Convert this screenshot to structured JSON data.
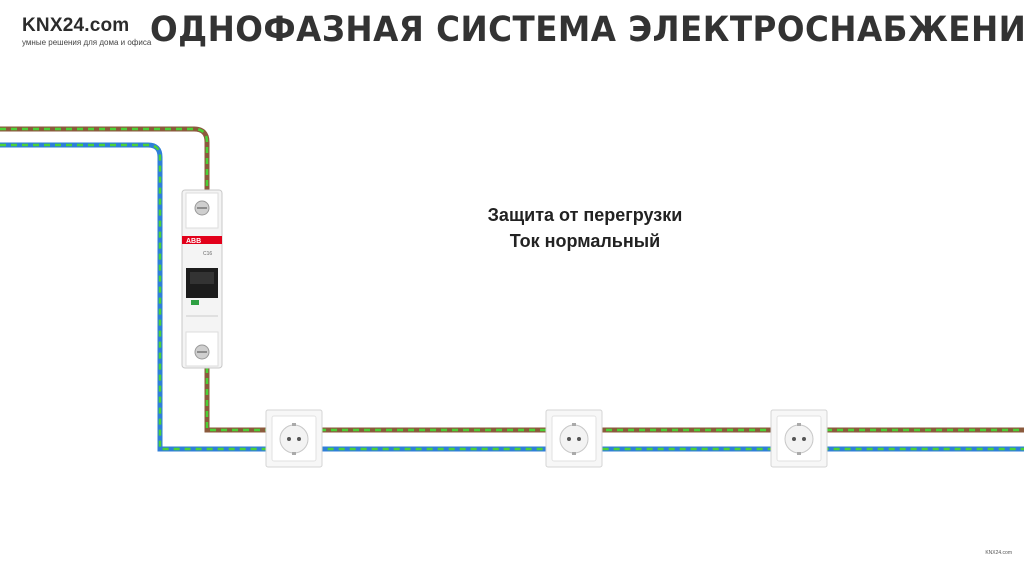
{
  "logo": {
    "name": "KNX24.com",
    "tagline": "умные решения для дома и офиса"
  },
  "title": "ОДНОФАЗНАЯ СИСТЕМА ЭЛЕКТРОСНАБЖЕНИЯ",
  "status": {
    "line1": "Защита от перегрузки",
    "line2": "Ток нормальный"
  },
  "breaker": {
    "brand": "ABB",
    "rating": "C16",
    "brand_color": "#e2001a"
  },
  "wires": {
    "phase": {
      "color": "#8b5a3c",
      "stripe": "#4cd137"
    },
    "neutral": {
      "color": "#2f7fd8",
      "stripe": "#4cd137"
    }
  },
  "sockets": [
    {
      "id": "socket-1"
    },
    {
      "id": "socket-2"
    },
    {
      "id": "socket-3"
    }
  ],
  "watermark": "KNX24.com"
}
